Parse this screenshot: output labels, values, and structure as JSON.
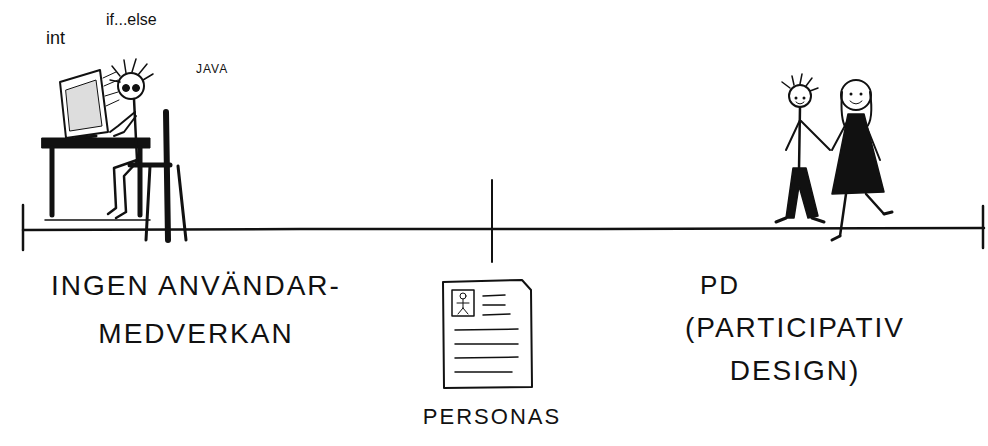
{
  "diagram": {
    "labels": [
      "int",
      "if...else",
      "JAVA",
      "INGEN ANVÄNDAR- MEDVERKAN",
      "PD",
      "(PARTICIPATIV DESIGN)",
      "PERSONAS"
    ]
  }
}
